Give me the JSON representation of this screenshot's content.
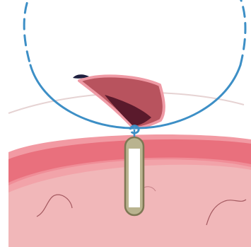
{
  "illustration": {
    "colors": {
      "background": "#ffffff",
      "tissue_fill": "#f1b7b9",
      "tissue_band": "#e9707d",
      "tissue_band_light": "#f29aa3",
      "tissue_lines": "#a45960",
      "surface_line": "#e6d3d3",
      "flap_fill": "#b8535e",
      "flap_edge": "#ef9aa5",
      "flap_dark": "#5a1a2c",
      "flap_tip": "#1e1f3e",
      "loop_stroke": "#3d8fc6",
      "anchor_cap": "#b9b38f",
      "anchor_stroke": "#7e7754",
      "anchor_body": "#ffffff"
    },
    "icons": [
      "suture-loop",
      "tissue-flap",
      "anchor-implant"
    ]
  }
}
